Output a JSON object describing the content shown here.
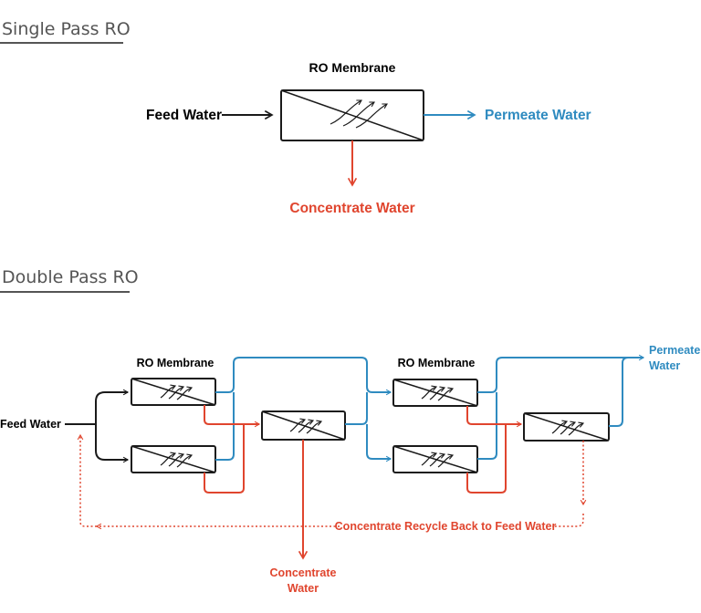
{
  "colors": {
    "feed": "#1a1a1a",
    "permeate": "#2f8bc0",
    "concentrate": "#e0452e",
    "heading": "#555555"
  },
  "single_pass": {
    "heading": "Single Pass RO",
    "membrane_label": "RO Membrane",
    "feed_label": "Feed Water",
    "permeate_label": "Permeate Water",
    "concentrate_label": "Concentrate Water"
  },
  "double_pass": {
    "heading": "Double Pass RO",
    "membrane_label_1": "RO Membrane",
    "membrane_label_2": "RO Membrane",
    "feed_label": "Feed Water",
    "permeate_label_line1": "Permeate",
    "permeate_label_line2": "Water",
    "concentrate_label_line1": "Concentrate",
    "concentrate_label_line2": "Water",
    "recycle_label": "Concentrate Recycle Back to Feed Water"
  }
}
